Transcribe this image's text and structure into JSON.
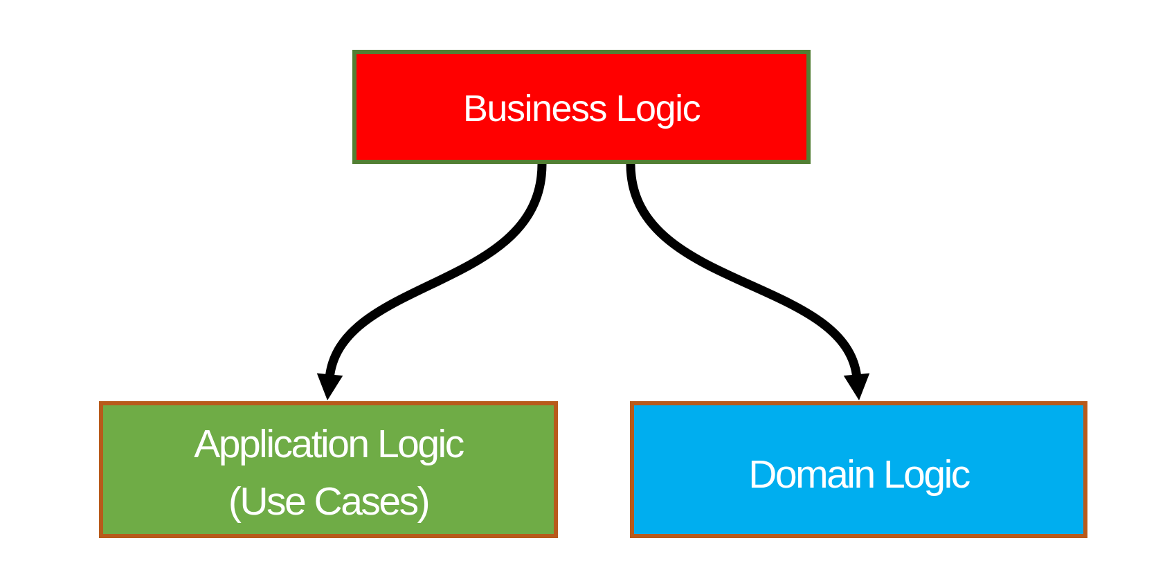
{
  "diagram": {
    "type": "flowchart",
    "background": "#FFFFFF",
    "nodes": [
      {
        "id": "business-logic",
        "label": "Business Logic",
        "fill": "#FF0000",
        "border_color": "#527F33",
        "text_color": "#FFFFFF"
      },
      {
        "id": "application-logic",
        "label": "Application Logic",
        "sublabel": "(Use Cases)",
        "fill": "#6FAC46",
        "border_color": "#B85A1B",
        "text_color": "#FFFFFF"
      },
      {
        "id": "domain-logic",
        "label": "Domain Logic",
        "fill": "#00AEEF",
        "border_color": "#B85A1B",
        "text_color": "#FFFFFF"
      }
    ],
    "edges": [
      {
        "from": "business-logic",
        "to": "application-logic",
        "shape": "s-curve",
        "arrowhead": "filled-triangle",
        "color": "#000000"
      },
      {
        "from": "business-logic",
        "to": "domain-logic",
        "shape": "s-curve",
        "arrowhead": "filled-triangle",
        "color": "#000000"
      }
    ]
  }
}
